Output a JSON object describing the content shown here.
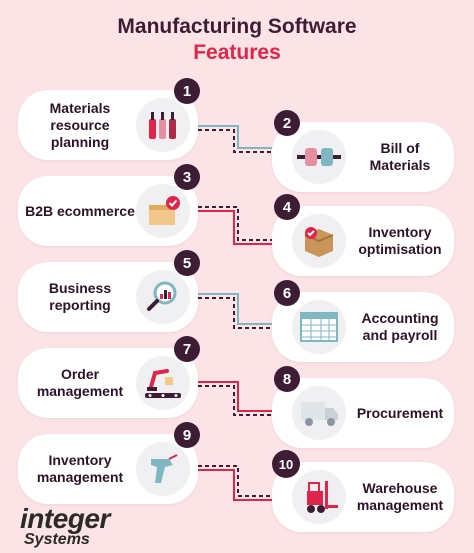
{
  "title": {
    "line1": "Manufacturing Software",
    "line2": "Features"
  },
  "features": [
    {
      "num": "1",
      "label": "Materials resource planning",
      "icon": "bottles-icon"
    },
    {
      "num": "2",
      "label": "Bill of Materials",
      "icon": "connector-icon"
    },
    {
      "num": "3",
      "label": "B2B ecommerce",
      "icon": "box-check-icon"
    },
    {
      "num": "4",
      "label": "Inventory optimisation",
      "icon": "package-check-icon"
    },
    {
      "num": "5",
      "label": "Business reporting",
      "icon": "magnifier-chart-icon"
    },
    {
      "num": "6",
      "label": "Accounting and payroll",
      "icon": "spreadsheet-icon"
    },
    {
      "num": "7",
      "label": "Order management",
      "icon": "robot-arm-conveyor-icon"
    },
    {
      "num": "8",
      "label": "Procurement",
      "icon": "delivery-truck-icon"
    },
    {
      "num": "9",
      "label": "Inventory management",
      "icon": "barcode-scanner-icon"
    },
    {
      "num": "10",
      "label": "Warehouse management",
      "icon": "forklift-icon"
    }
  ],
  "logo": {
    "line1": "integer",
    "line2": "Systems"
  },
  "colors": {
    "background": "#fbe3e6",
    "dark": "#3d1d34",
    "accent": "#e0254a",
    "teal": "#7fb6c2"
  }
}
